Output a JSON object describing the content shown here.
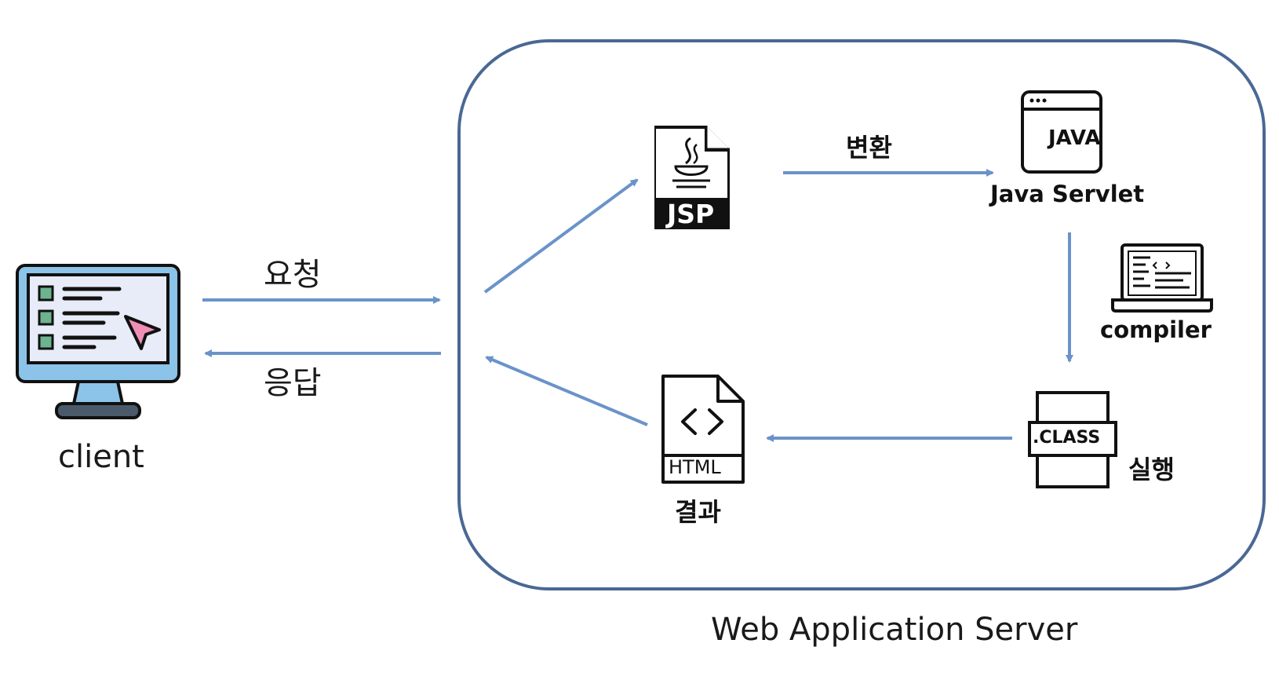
{
  "client": {
    "label": "client"
  },
  "request_label": "요청",
  "response_label": "응답",
  "server": {
    "label": "Web Application Server"
  },
  "jsp": {
    "badge": "JSP"
  },
  "convert_label": "변환",
  "servlet": {
    "icon_text": "JAVA",
    "label": "Java Servlet"
  },
  "compiler": {
    "label": "compiler"
  },
  "class_file": {
    "badge": ".CLASS",
    "execute_label": "실행"
  },
  "html_file": {
    "badge": "HTML",
    "result_label": "결과"
  },
  "colors": {
    "arrow": "#6a93c9",
    "border": "#4a6894",
    "screen": "#e7ecf8",
    "monitor_frame": "#8cc3e8",
    "cursor": "#ef8fb6",
    "bullet": "#6db38f"
  }
}
